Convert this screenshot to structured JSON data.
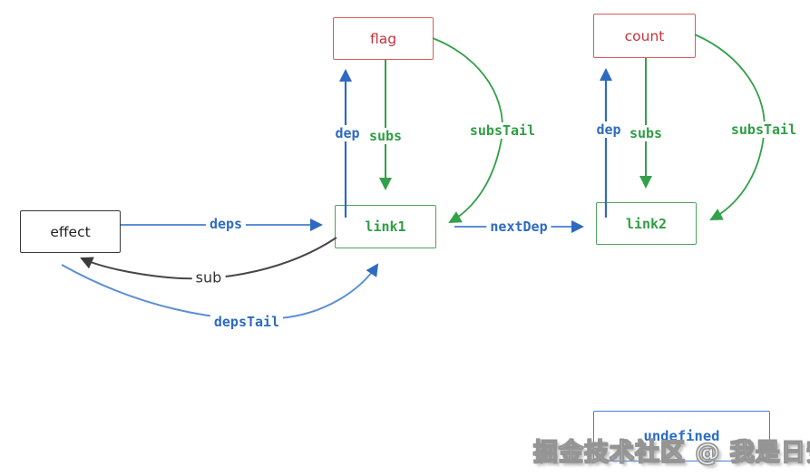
{
  "diagram": {
    "description": "reactivity dependency linked-list diagram",
    "colors": {
      "blue": "#2e6bc0",
      "green": "#33a04a",
      "red": "#d85c5c",
      "dark": "#474747",
      "background": "#ffffff"
    },
    "nodes": [
      {
        "id": "flag",
        "label": "flag",
        "color": "red"
      },
      {
        "id": "count",
        "label": "count",
        "color": "red"
      },
      {
        "id": "effect",
        "label": "effect",
        "color": "dark"
      },
      {
        "id": "link1",
        "label": "link1",
        "color": "green"
      },
      {
        "id": "link2",
        "label": "link2",
        "color": "green"
      },
      {
        "id": "undefined",
        "label": "undefined",
        "color": "blue"
      }
    ],
    "edges": [
      {
        "label": "dep",
        "from": "link1",
        "to": "flag",
        "color": "blue"
      },
      {
        "label": "subs",
        "from": "flag",
        "to": "link1",
        "color": "green"
      },
      {
        "label": "subsTail",
        "from": "flag",
        "to": "link1",
        "color": "green"
      },
      {
        "label": "deps",
        "from": "effect",
        "to": "link1",
        "color": "blue"
      },
      {
        "label": "sub",
        "from": "link1",
        "to": "effect",
        "color": "dark"
      },
      {
        "label": "depsTail",
        "from": "effect",
        "to": "link1",
        "color": "blue"
      },
      {
        "label": "nextDep",
        "from": "link1",
        "to": "link2",
        "color": "blue"
      },
      {
        "label": "dep",
        "from": "link2",
        "to": "count",
        "color": "blue"
      },
      {
        "label": "subs",
        "from": "count",
        "to": "link2",
        "color": "green"
      },
      {
        "label": "subsTail",
        "from": "count",
        "to": "link2",
        "color": "green"
      }
    ]
  },
  "watermark": {
    "text": "掘金技术社区 @ 我是日安"
  }
}
